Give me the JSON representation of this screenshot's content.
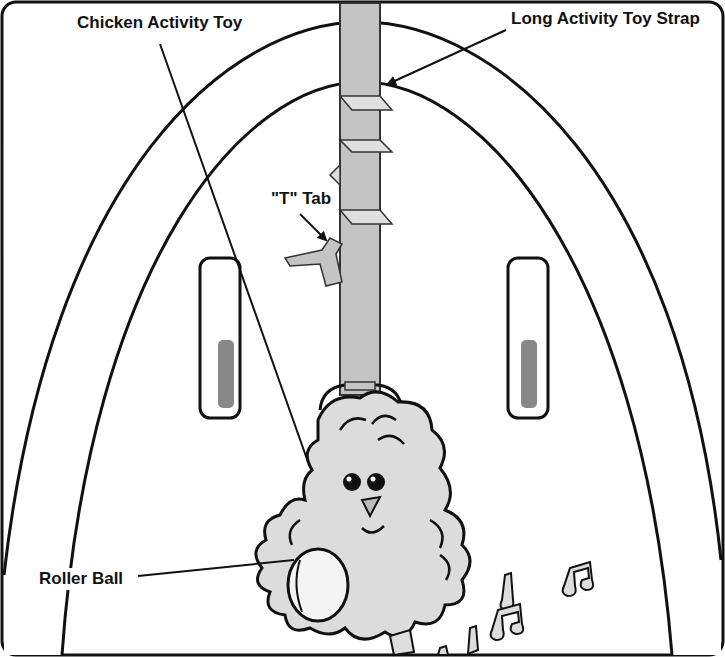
{
  "diagram": {
    "labels": [
      "Chicken Activity Toy",
      "Long Activity Toy Strap",
      "\"T\" Tab",
      "Roller Ball"
    ]
  }
}
